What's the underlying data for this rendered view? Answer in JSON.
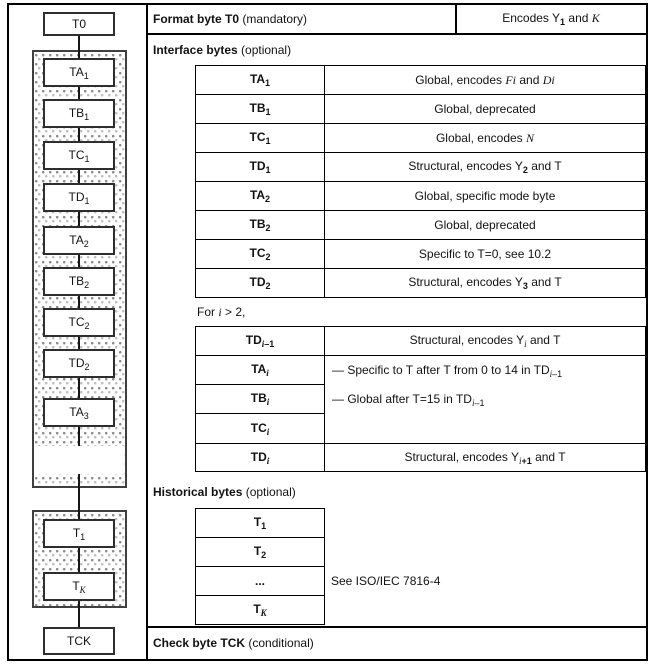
{
  "colors": {
    "line": "#000000",
    "box_border": "#2e2e2e",
    "stipple_dot": "#8c8c8c",
    "background": "#ffffff"
  },
  "diagram": {
    "nodes": [
      {
        "label": [
          {
            "t": "T0"
          }
        ]
      },
      {
        "label": [
          {
            "t": "TA"
          },
          {
            "t": "1",
            "c": "sub"
          }
        ]
      },
      {
        "label": [
          {
            "t": "TB"
          },
          {
            "t": "1",
            "c": "sub"
          }
        ]
      },
      {
        "label": [
          {
            "t": "TC"
          },
          {
            "t": "1",
            "c": "sub"
          }
        ]
      },
      {
        "label": [
          {
            "t": "TD"
          },
          {
            "t": "1",
            "c": "sub"
          }
        ]
      },
      {
        "label": [
          {
            "t": "TA"
          },
          {
            "t": "2",
            "c": "sub"
          }
        ]
      },
      {
        "label": [
          {
            "t": "TB"
          },
          {
            "t": "2",
            "c": "sub"
          }
        ]
      },
      {
        "label": [
          {
            "t": "TC"
          },
          {
            "t": "2",
            "c": "sub"
          }
        ]
      },
      {
        "label": [
          {
            "t": "TD"
          },
          {
            "t": "2",
            "c": "sub"
          }
        ]
      },
      {
        "label": [
          {
            "t": "TA"
          },
          {
            "t": "3",
            "c": "sub"
          }
        ]
      },
      {
        "label": [
          {
            "t": "T"
          },
          {
            "t": "1",
            "c": "sub"
          }
        ]
      },
      {
        "label": [
          {
            "t": "T"
          },
          {
            "t": "K",
            "c": "sub i"
          }
        ]
      },
      {
        "label": [
          {
            "t": "TCK"
          }
        ]
      }
    ]
  },
  "table": {
    "format_left": [
      {
        "t": "Format byte T0",
        "c": "b"
      },
      {
        "t": " (mandatory)"
      }
    ],
    "format_right": [
      {
        "t": "Encodes Y"
      },
      {
        "t": "1",
        "c": "sub b"
      },
      {
        "t": " and "
      },
      {
        "t": "K",
        "c": "i"
      }
    ],
    "interface_header": [
      {
        "t": "Interface bytes",
        "c": "b"
      },
      {
        "t": " (optional)"
      }
    ],
    "rows1": [
      {
        "label": [
          {
            "t": "TA"
          },
          {
            "t": "1",
            "c": "sub"
          }
        ],
        "desc": [
          {
            "t": "Global, encodes "
          },
          {
            "t": "Fi",
            "c": "i"
          },
          {
            "t": " and "
          },
          {
            "t": "Di",
            "c": "i"
          }
        ]
      },
      {
        "label": [
          {
            "t": "TB"
          },
          {
            "t": "1",
            "c": "sub"
          }
        ],
        "desc": [
          {
            "t": "Global, deprecated"
          }
        ]
      },
      {
        "label": [
          {
            "t": "TC"
          },
          {
            "t": "1",
            "c": "sub"
          }
        ],
        "desc": [
          {
            "t": "Global, encodes "
          },
          {
            "t": "N",
            "c": "i"
          }
        ]
      },
      {
        "label": [
          {
            "t": "TD"
          },
          {
            "t": "1",
            "c": "sub"
          }
        ],
        "desc": [
          {
            "t": "Structural, encodes Y"
          },
          {
            "t": "2",
            "c": "sub b"
          },
          {
            "t": " and T"
          }
        ]
      },
      {
        "label": [
          {
            "t": "TA"
          },
          {
            "t": "2",
            "c": "sub"
          }
        ],
        "desc": [
          {
            "t": "Global, specific mode byte"
          }
        ]
      },
      {
        "label": [
          {
            "t": "TB"
          },
          {
            "t": "2",
            "c": "sub"
          }
        ],
        "desc": [
          {
            "t": "Global, deprecated"
          }
        ]
      },
      {
        "label": [
          {
            "t": "TC"
          },
          {
            "t": "2",
            "c": "sub"
          }
        ],
        "desc": [
          {
            "t": "Specific to T=0, see 10.2"
          }
        ]
      },
      {
        "label": [
          {
            "t": "TD"
          },
          {
            "t": "2",
            "c": "sub"
          }
        ],
        "desc": [
          {
            "t": "Structural, encodes Y"
          },
          {
            "t": "3",
            "c": "sub b"
          },
          {
            "t": " and T"
          }
        ]
      }
    ],
    "for_note": [
      {
        "t": "For "
      },
      {
        "t": "i",
        "c": "i"
      },
      {
        "t": " > 2,"
      }
    ],
    "row_tdi_prev": {
      "label": [
        {
          "t": "TD"
        },
        {
          "t": "i",
          "c": "sub i"
        },
        {
          "t": "–1",
          "c": "sub"
        }
      ],
      "desc": [
        {
          "t": "Structural, encodes Y"
        },
        {
          "t": "i",
          "c": "sub i"
        },
        {
          "t": " and T"
        }
      ]
    },
    "mid_labels": [
      [
        {
          "t": "TA"
        },
        {
          "t": "i",
          "c": "sub i"
        }
      ],
      [
        {
          "t": "TB"
        },
        {
          "t": "i",
          "c": "sub i"
        }
      ],
      [
        {
          "t": "TC"
        },
        {
          "t": "i",
          "c": "sub i"
        }
      ]
    ],
    "mid_notes": [
      [
        {
          "t": "— Specific to T after T from 0 to 14 in TD"
        },
        {
          "t": "i",
          "c": "sub i"
        },
        {
          "t": "–1",
          "c": "sub"
        }
      ],
      [
        {
          "t": "— Global after T=15 in TD"
        },
        {
          "t": "i",
          "c": "sub i"
        },
        {
          "t": "–1",
          "c": "sub"
        }
      ]
    ],
    "row_tdi": {
      "label": [
        {
          "t": "TD"
        },
        {
          "t": "i",
          "c": "sub i"
        }
      ],
      "desc": [
        {
          "t": "Structural, encodes Y"
        },
        {
          "t": "i",
          "c": "sub i"
        },
        {
          "t": "+1",
          "c": "sub b"
        },
        {
          "t": " and T"
        }
      ]
    },
    "historical_header": [
      {
        "t": "Historical bytes",
        "c": "b"
      },
      {
        "t": " (optional)"
      }
    ],
    "hist_rows": [
      [
        {
          "t": "T"
        },
        {
          "t": "1",
          "c": "sub"
        }
      ],
      [
        {
          "t": "T"
        },
        {
          "t": "2",
          "c": "sub"
        }
      ],
      [
        {
          "t": "..."
        }
      ],
      [
        {
          "t": "T"
        },
        {
          "t": "K",
          "c": "sub i"
        }
      ]
    ],
    "hist_note": [
      {
        "t": "See ISO/IEC 7816-4"
      }
    ],
    "check_byte": [
      {
        "t": "Check byte TCK",
        "c": "b"
      },
      {
        "t": " (conditional)"
      }
    ]
  }
}
